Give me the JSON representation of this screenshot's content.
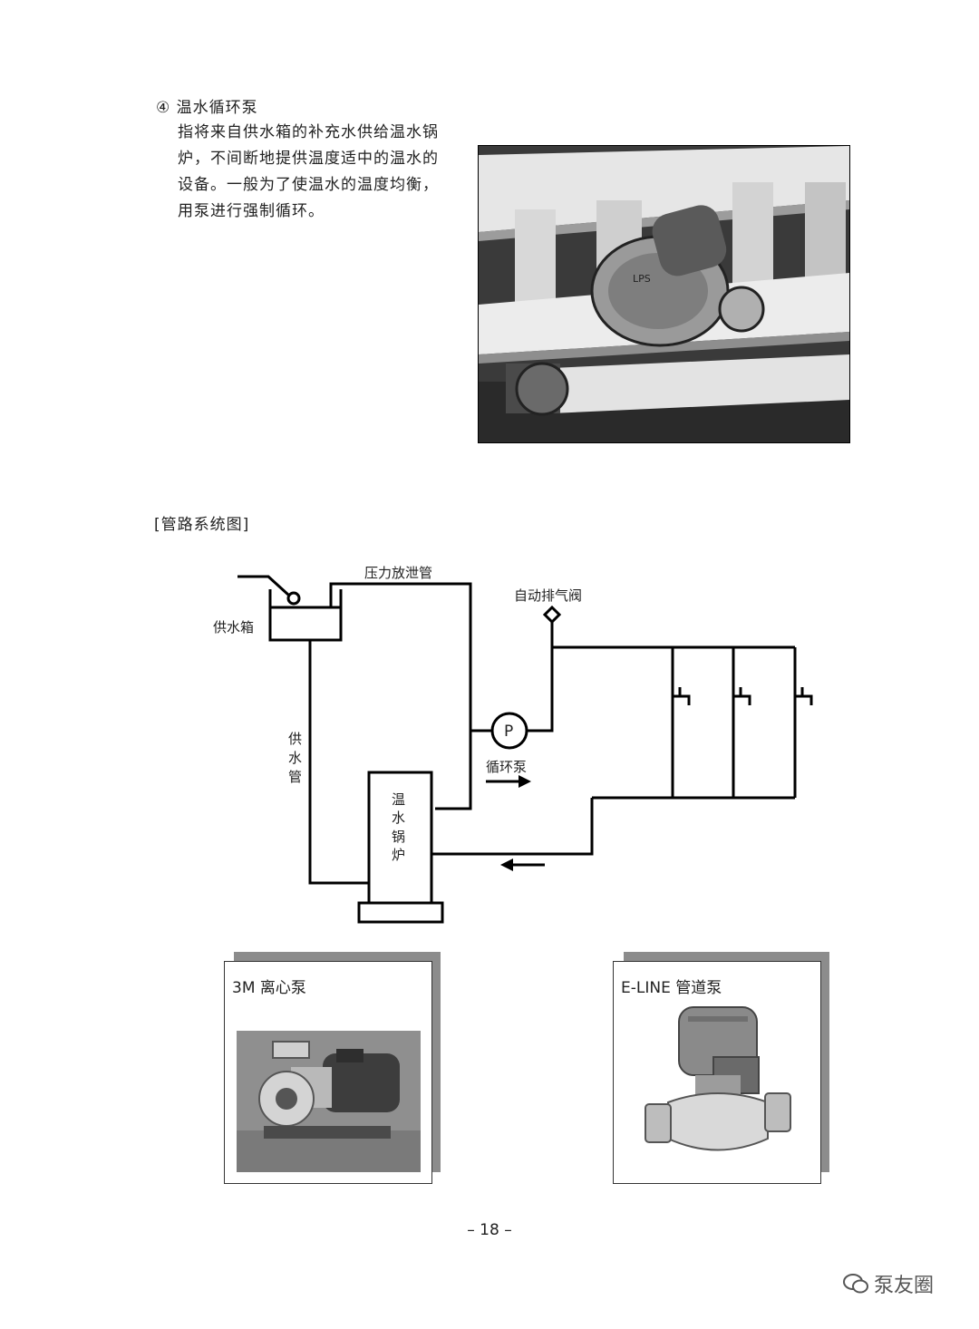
{
  "section": {
    "heading": "④ 温水循环泵",
    "intro_lines": [
      "指将来自供水箱的补充水供给温水锅",
      "炉，不间断地提供温度适中的温水的",
      "设备。一般为了使温水的温度均衡，",
      "用泵进行强制循环。"
    ],
    "photo_label": "LPS"
  },
  "diagram": {
    "title": "[管路系统图]",
    "labels": {
      "relief_pipe": "压力放泄管",
      "air_valve": "自动排气阀",
      "supply_tank": "供水箱",
      "supply_pipe": [
        "供",
        "水",
        "管"
      ],
      "pump_symbol": "P",
      "pump_label": "循环泵",
      "boiler": [
        "温",
        "水",
        "锅",
        "炉"
      ]
    }
  },
  "products": [
    {
      "label": "3M 离心泵"
    },
    {
      "label": "E-LINE 管道泵"
    }
  ],
  "page_number": "– 18 –",
  "watermark": {
    "text": "泵友圈"
  },
  "colors": {
    "line": "#000000",
    "shadow": "#8c8c8c",
    "photo_dark": "#3a3a3a"
  }
}
